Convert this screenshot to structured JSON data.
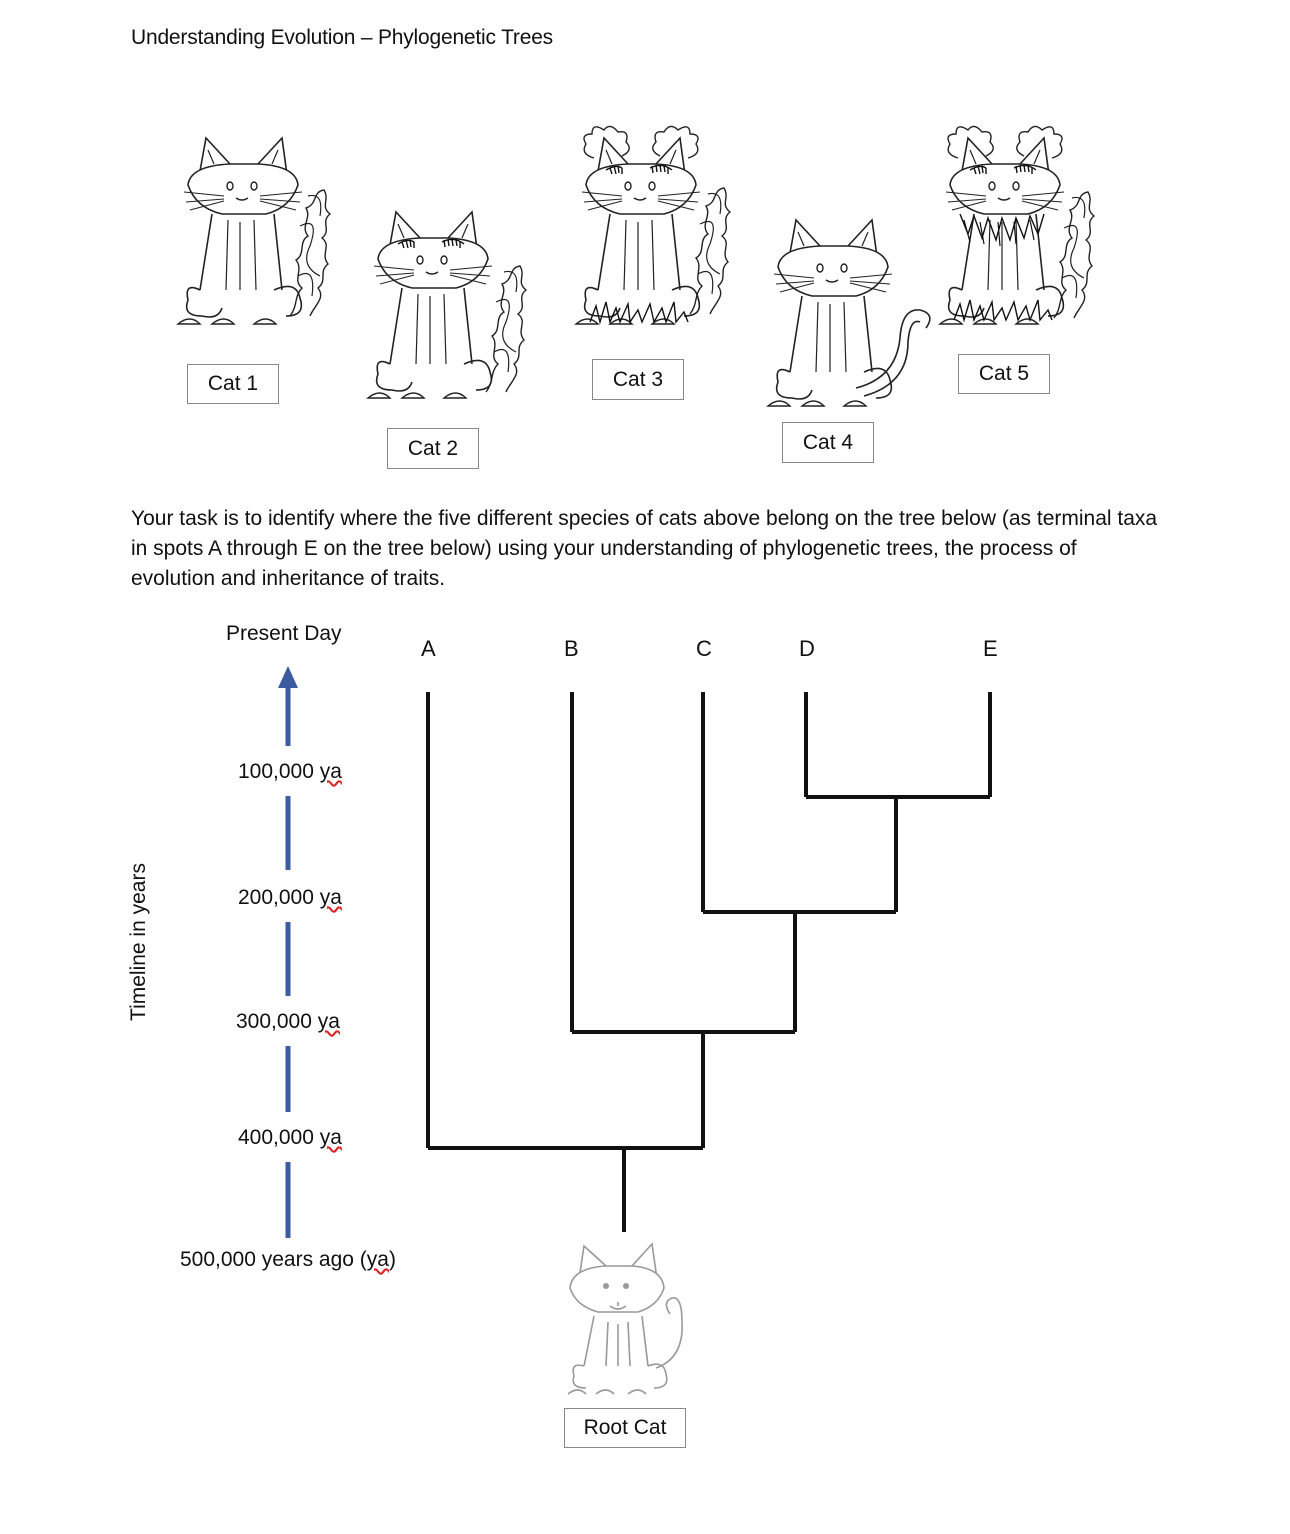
{
  "title": "Understanding Evolution – Phylogenetic Trees",
  "cats": [
    {
      "label": "Cat 1"
    },
    {
      "label": "Cat 2"
    },
    {
      "label": "Cat 3"
    },
    {
      "label": "Cat 4"
    },
    {
      "label": "Cat 5"
    }
  ],
  "task_text": "Your task is to identify where the five different species of cats above belong on the tree below (as terminal taxa in spots A through E on the tree below) using your understanding of phylogenetic trees, the process of evolution and inheritance of traits.",
  "timeline": {
    "axis_title": "Timeline in years",
    "top_label": "Present Day",
    "ticks": [
      {
        "number": "100,000",
        "unit": "ya"
      },
      {
        "number": "200,000",
        "unit": "ya"
      },
      {
        "number": "300,000",
        "unit": "ya"
      },
      {
        "number": "400,000",
        "unit": "ya"
      }
    ],
    "bottom_label_prefix": "500,000 years ago (",
    "bottom_label_unit": "ya",
    "bottom_label_suffix": ")",
    "arrow_color": "#3b5aa0"
  },
  "tree": {
    "tips": [
      "A",
      "B",
      "C",
      "D",
      "E"
    ],
    "root_label": "Root Cat"
  }
}
